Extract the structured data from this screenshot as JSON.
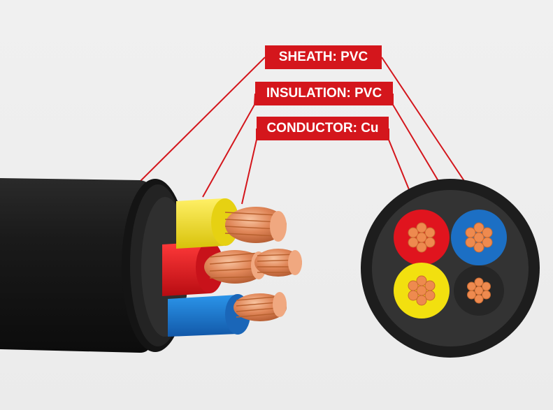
{
  "labels": {
    "sheath": "SHEATH: PVC",
    "insulation": "INSULATION: PVC",
    "conductor": "CONDUCTOR: Cu"
  },
  "colors": {
    "label_bg": "#d4161c",
    "leader_line": "#d4161c",
    "sheath": "#1a1a1a",
    "inner_sheath": "#2e2e2e",
    "core_red": "#e0141e",
    "core_blue": "#1c6fc4",
    "core_yellow": "#f2e00f",
    "core_black": "#2b2b2b",
    "copper": "#e8875a"
  },
  "icons": {
    "cable_side_view": "cable-side-icon",
    "cable_cross_section": "cable-cross-section-icon"
  }
}
